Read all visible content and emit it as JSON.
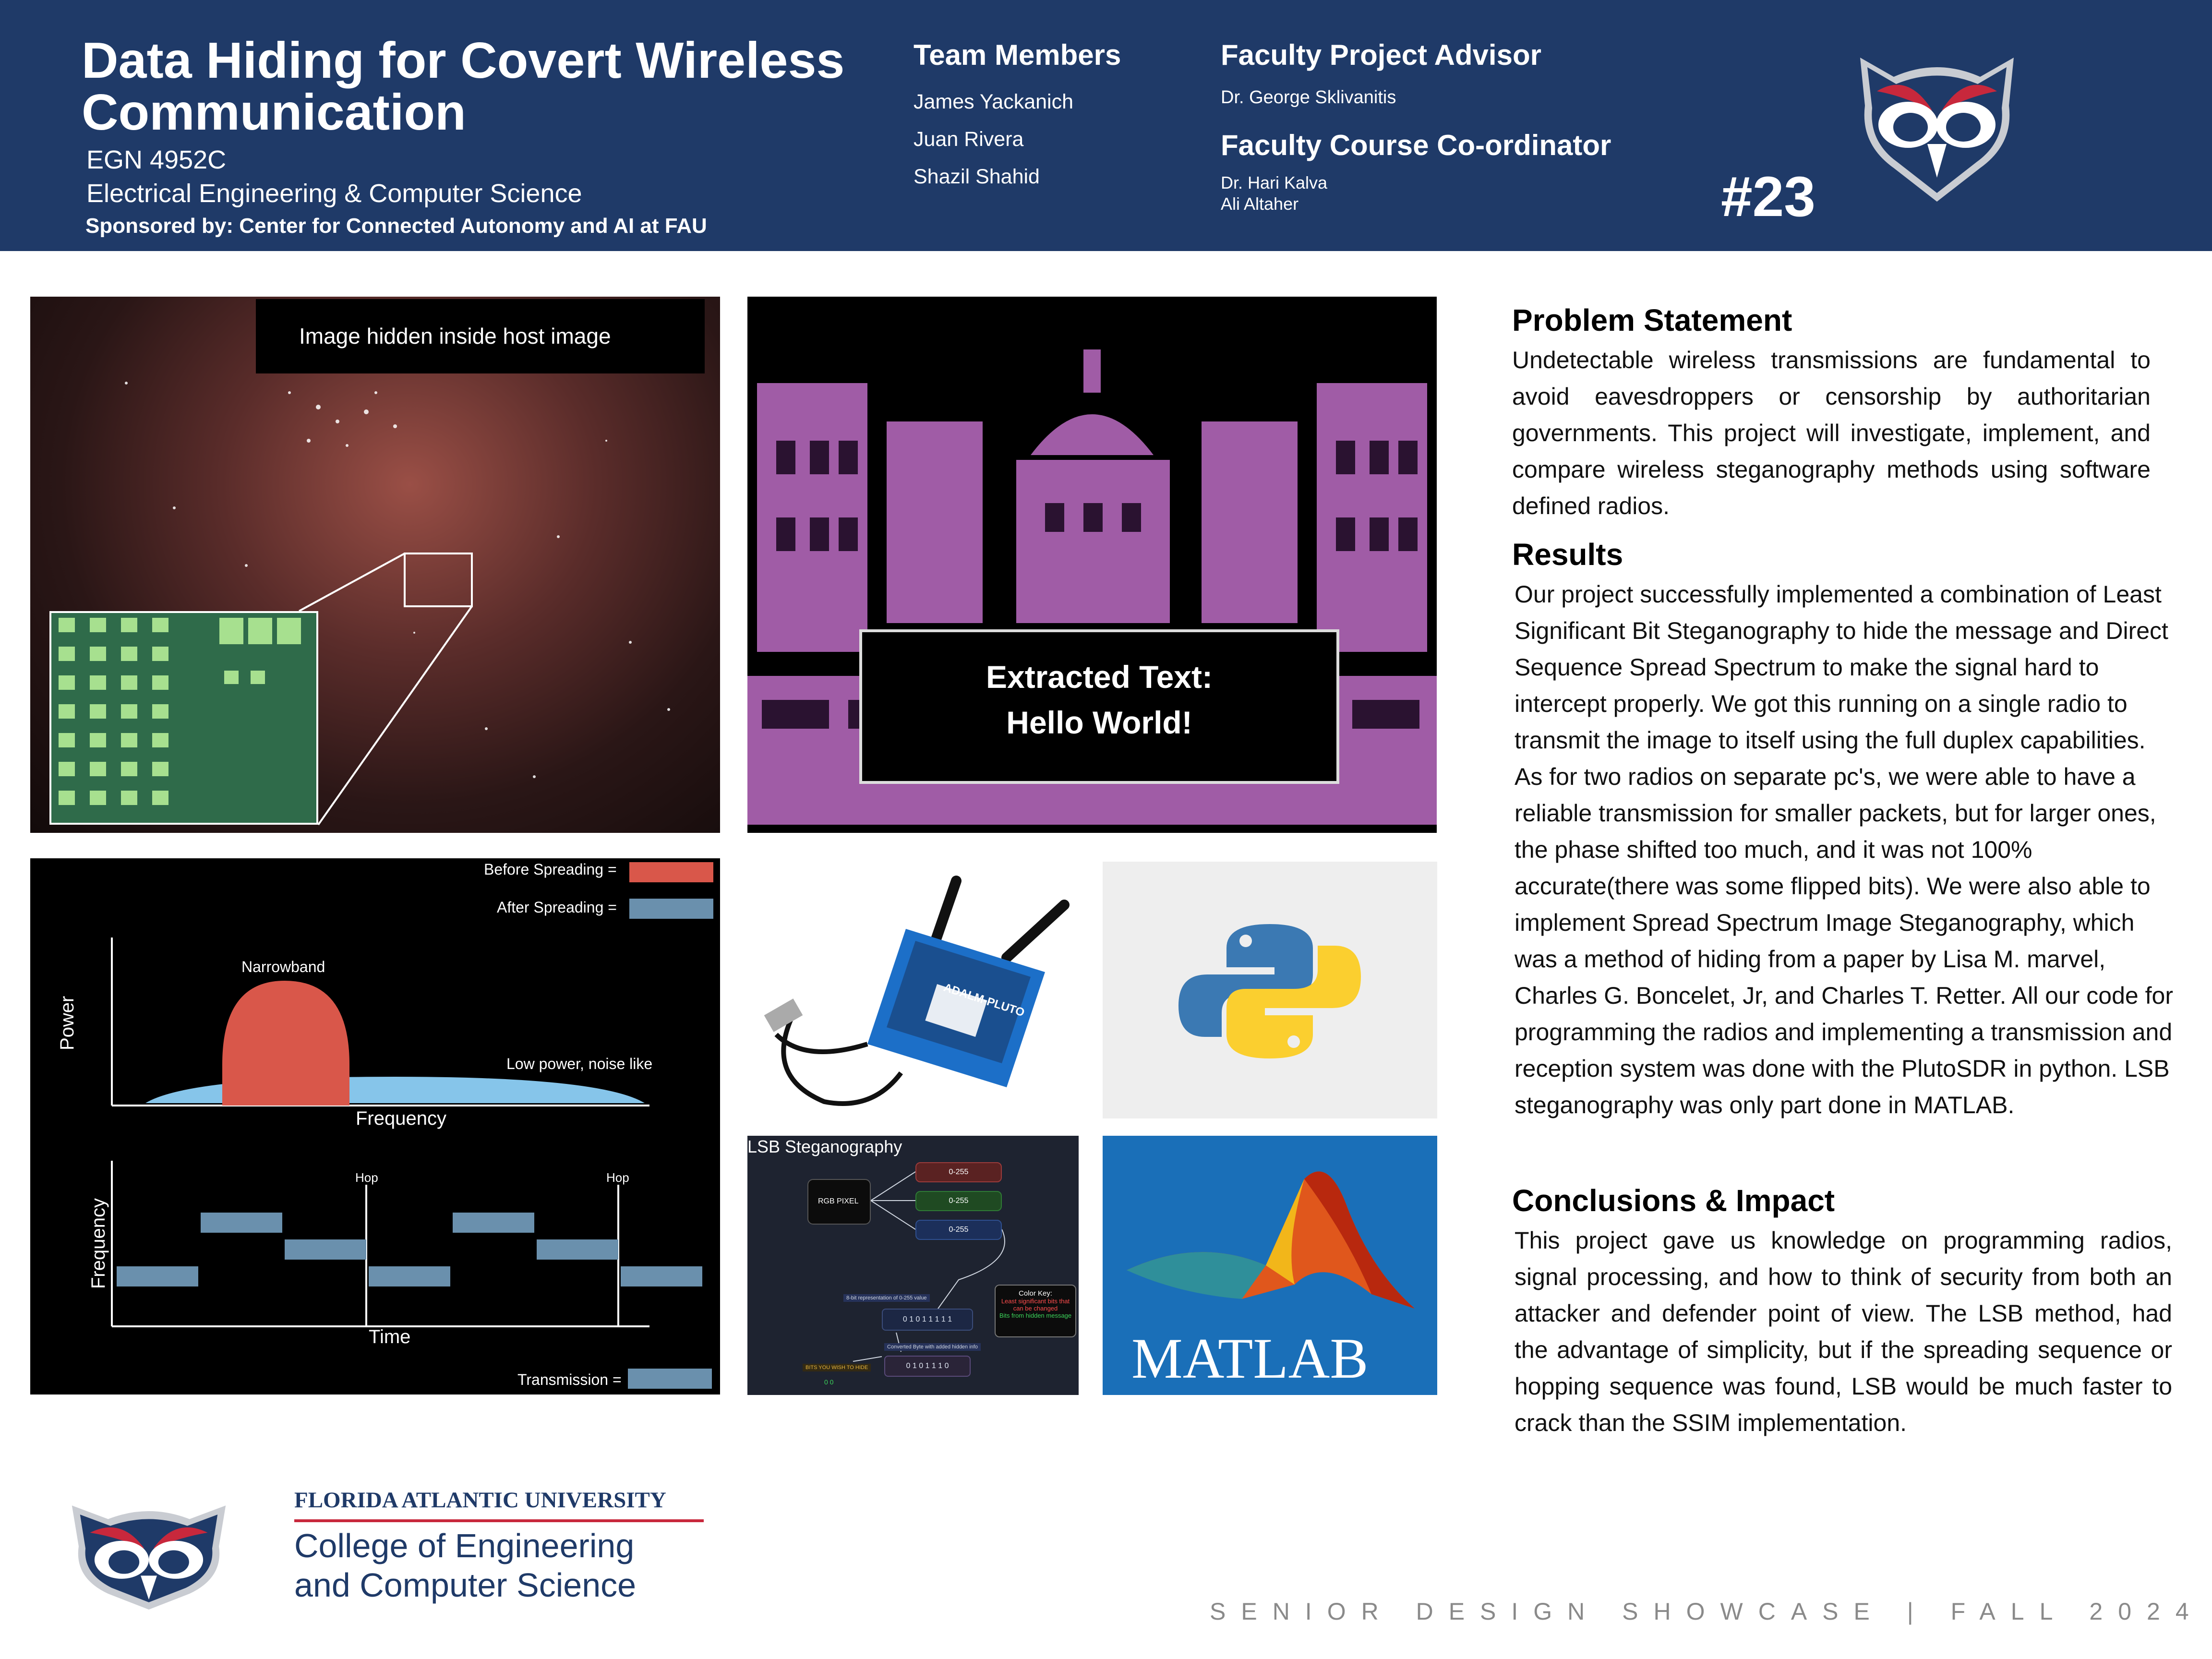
{
  "header": {
    "title": "Data Hiding for Covert Wireless Communication",
    "course": "EGN 4952C",
    "department": "Electrical Engineering & Computer Science",
    "sponsor": "Sponsored by: Center for Connected Autonomy and AI at FAU",
    "team_label": "Team Members",
    "team": [
      "James Yackanich",
      "Juan Rivera",
      "Shazil Shahid"
    ],
    "advisor_label": "Faculty Project Advisor",
    "advisor": "Dr. George Sklivanitis",
    "coordinator_label": "Faculty Course Co-ordinator",
    "coordinators": [
      "Dr. Hari Kalva",
      "Ali Altaher"
    ],
    "project_number": "#23"
  },
  "panels": {
    "nebula_caption": "Image hidden inside host image",
    "extracted_line1": "Extracted Text:",
    "extracted_line2": "Hello World!",
    "spread": {
      "before_label": "Before Spreading =",
      "after_label": "After Spreading =",
      "narrowband": "Narrowband",
      "low_power": "Low power, noise like",
      "power_axis": "Power",
      "freq_axis": "Frequency",
      "freq_axis2": "Frequency",
      "time_axis": "Time",
      "hop": "Hop",
      "transmission": "Transmission =",
      "before_color": "#d9574a",
      "after_color": "#6a90ad"
    },
    "device_label": "ADALM-PLUTO",
    "lsb": {
      "title": "LSB Steganography",
      "rgb": "RGB PIXEL",
      "range": "0-255",
      "binary": "0 1 0 1 1 1 1 1",
      "binary2": "0 1 0 1 1 1 0",
      "key_title": "Color Key:",
      "key_line1": "Least significant bits that",
      "key_line2": "can be changed",
      "key_line3": "Bits from hidden message",
      "small1": "8-bit representation of 0-255 value",
      "small2": "Converted Byte with added hidden info",
      "small3": "BITS YOU WISH TO HIDE",
      "small4": "0 0"
    },
    "matlab_word": "MATLAB"
  },
  "problem": {
    "title": "Problem Statement",
    "body": "Undetectable wireless transmissions are fundamental to avoid eavesdroppers or censorship by authoritarian governments. This project will investigate, implement, and compare wireless steganography methods using software defined radios."
  },
  "results": {
    "title": "Results",
    "body": "Our project successfully implemented a combination of Least Significant Bit Steganography to hide the message and Direct Sequence Spread Spectrum to make the signal hard to intercept properly. We got this running on a single radio to transmit the image to itself using the full duplex capabilities. As for two radios on separate pc's, we were able to have a reliable transmission for smaller packets, but for larger ones, the phase shifted too much, and it was not 100% accurate(there was some flipped bits). We were also able to implement Spread Spectrum Image Steganography, which was a method of hiding from a paper by Lisa M. marvel, Charles G. Boncelet, Jr, and Charles T. Retter. All our code for programming the radios and implementing a transmission and reception system was done with the PlutoSDR in python. LSB steganography was only part done in MATLAB."
  },
  "conclusions": {
    "title": "Conclusions & Impact",
    "body": "This project gave us knowledge on programming radios, signal processing, and how to think of security from both an attacker and defender point of view. The LSB method, had the advantage of simplicity, but if the spreading sequence or hopping sequence was found, LSB would be much faster to crack than the SSIM implementation."
  },
  "footer": {
    "university": "FLORIDA ATLANTIC UNIVERSITY",
    "college_line1": "College of Engineering",
    "college_line2": "and Computer Science",
    "showcase": "SENIOR DESIGN SHOWCASE | FALL 2024"
  }
}
